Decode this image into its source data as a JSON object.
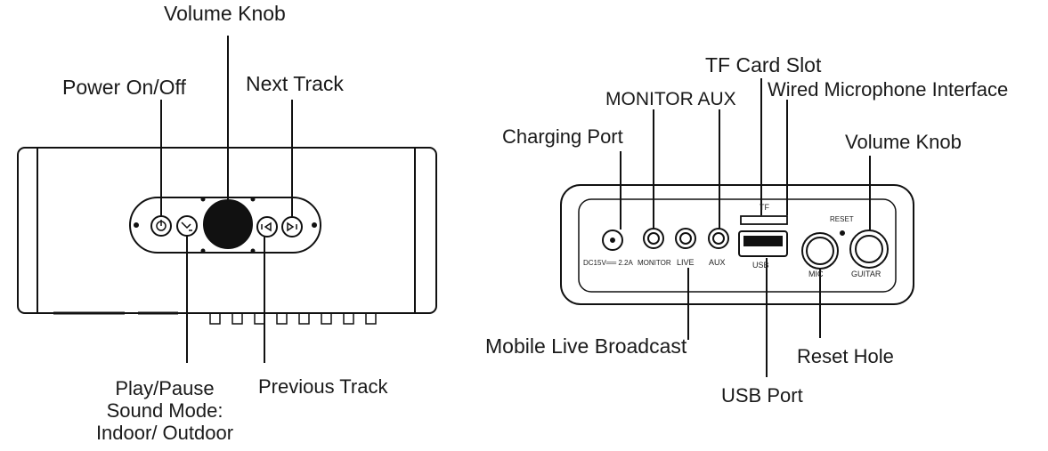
{
  "front": {
    "callouts": {
      "volume_knob": "Volume Knob",
      "power": "Power On/Off",
      "next_track": "Next Track",
      "play_pause": "Play/Pause\nSound Mode:\nIndoor/ Outdoor",
      "previous_track": "Previous Track"
    }
  },
  "back": {
    "callouts": {
      "tf_card_slot": "TF Card Slot",
      "monitor_aux": "MONITOR  AUX",
      "wired_mic": "Wired Microphone Interface",
      "charging_port": "Charging Port",
      "volume_knob": "Volume Knob",
      "mobile_live": "Mobile Live Broadcast",
      "reset_hole": "Reset Hole",
      "usb_port": "USB Port"
    },
    "panel_labels": {
      "dc": "DC15V══ 2.2A",
      "monitor": "MONITOR",
      "live": "LIVE",
      "aux": "AUX",
      "tf": "TF",
      "usb": "USB",
      "reset": "RESET",
      "mic": "MIC",
      "guitar": "GUITAR"
    }
  }
}
